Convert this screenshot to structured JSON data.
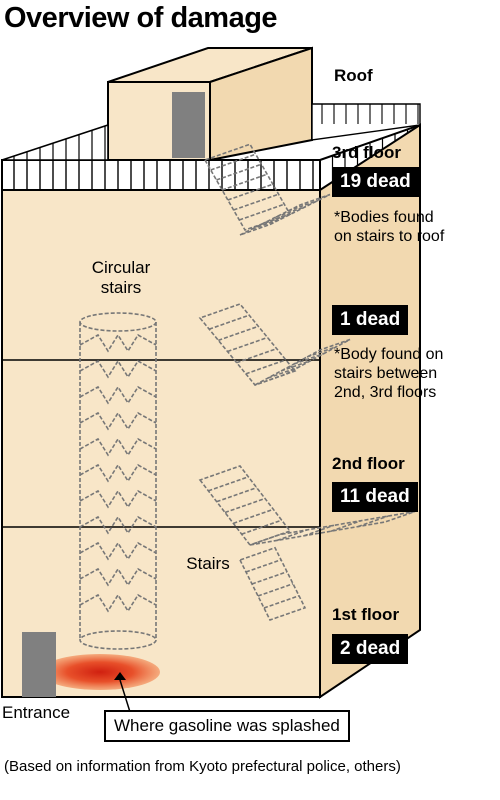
{
  "title": "Overview of damage",
  "roof_label": "Roof",
  "floors": [
    {
      "label": "3rd floor",
      "dead": "19 dead",
      "note": "*Bodies found\non stairs to roof"
    },
    {
      "label": "",
      "dead": "1 dead",
      "note": "*Body found on\nstairs between\n2nd, 3rd floors"
    },
    {
      "label": "2nd floor",
      "dead": "11 dead",
      "note": ""
    },
    {
      "label": "1st floor",
      "dead": "2 dead",
      "note": ""
    }
  ],
  "circular_stairs_label": "Circular\nstairs",
  "stairs_label": "Stairs",
  "entrance_label": "Entrance",
  "gasoline_callout": "Where gasoline was splashed",
  "source": "(Based on information from Kyoto prefectural police, others)",
  "colors": {
    "building_face": "#f8e6c8",
    "building_side": "#f2d9b0",
    "door": "#808080",
    "fire_center": "#d02010",
    "fire_edge": "#f07a50",
    "badge": "#000000"
  }
}
